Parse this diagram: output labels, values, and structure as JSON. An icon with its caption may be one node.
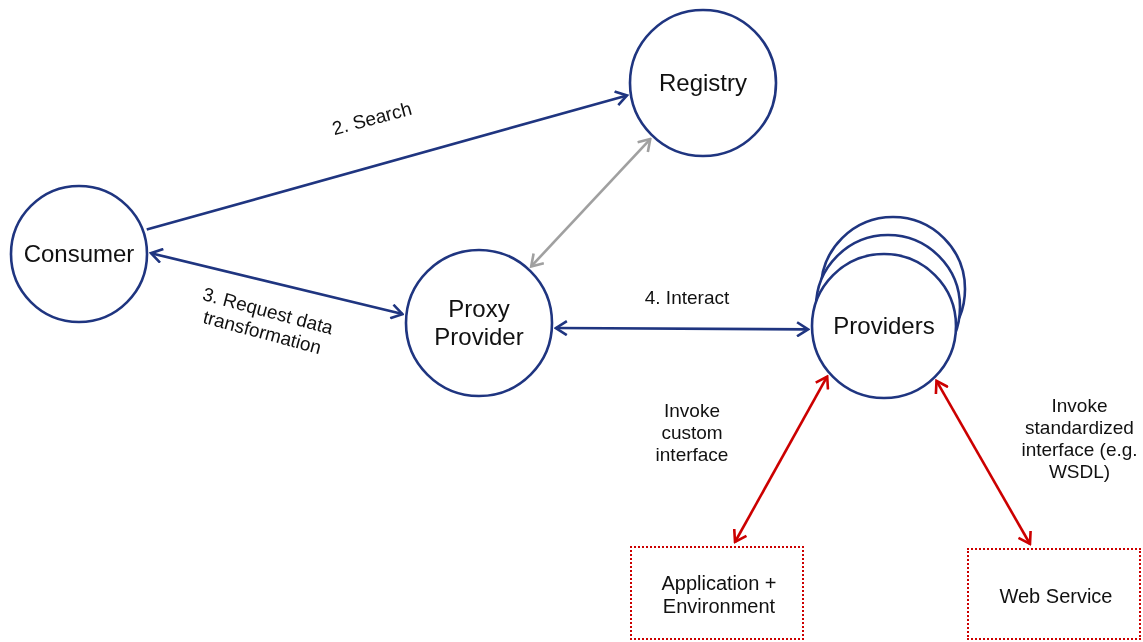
{
  "diagram": {
    "nodes": [
      {
        "text": [
          "Registry"
        ]
      },
      {
        "text": [
          "Consumer"
        ]
      },
      {
        "text": [
          "Proxy Provider"
        ]
      },
      {
        "text": [
          "Providers"
        ]
      },
      {
        "text": [
          "Application + Environment"
        ]
      },
      {
        "text": [
          "Web Service"
        ]
      }
    ],
    "edges": [
      {
        "from": 1,
        "to": 0,
        "arrow": "to",
        "label": "2. Search"
      },
      {
        "from": 1,
        "to": 2,
        "arrow": "both",
        "label": "3. Request data transformation"
      },
      {
        "from": 2,
        "to": 0,
        "arrow": "both",
        "color": "#a0a0a0"
      },
      {
        "from": 2,
        "to": 3,
        "arrow": "both",
        "label": "4. Interact"
      },
      {
        "from": 3,
        "to": 4,
        "arrow": "both",
        "color": "#cc0000",
        "label": "Invoke custom interface"
      },
      {
        "from": 3,
        "to": 5,
        "arrow": "both",
        "color": "#cc0000",
        "label": "Invoke standardized interface (e.g. WSDL)"
      }
    ]
  }
}
